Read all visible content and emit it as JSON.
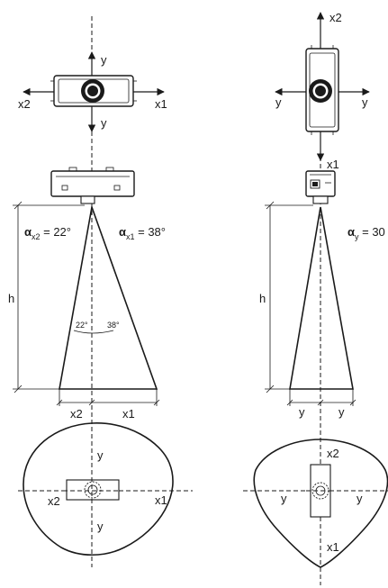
{
  "left": {
    "top_view": {
      "y_up": "y",
      "y_down": "y",
      "x2": "x2",
      "x1": "x1"
    },
    "side_view": {
      "alpha_x2_symbol": "α",
      "alpha_x2_sub": "x2",
      "alpha_x2_value": " = 22°",
      "alpha_x1_symbol": "α",
      "alpha_x1_sub": "x1",
      "alpha_x1_value": " = 38°",
      "h": "h",
      "angle_left": "22°",
      "angle_right": "38°",
      "x2": "x2",
      "x1": "x1"
    },
    "footprint": {
      "y_top": "y",
      "y_bottom": "y",
      "x2": "x2",
      "x1": "x1"
    }
  },
  "right": {
    "top_view": {
      "x2": "x2",
      "y_left": "y",
      "y_right": "y"
    },
    "side_view": {
      "x1": "x1",
      "alpha_y_symbol": "α",
      "alpha_y_sub": "y",
      "alpha_y_value": " = 30",
      "h": "h",
      "y_left": "y",
      "y_right": "y"
    },
    "footprint": {
      "x2": "x2",
      "y_left": "y",
      "y_right": "y",
      "x1": "x1"
    }
  },
  "colors": {
    "ink": "#1a1a1a",
    "background": "#ffffff"
  }
}
